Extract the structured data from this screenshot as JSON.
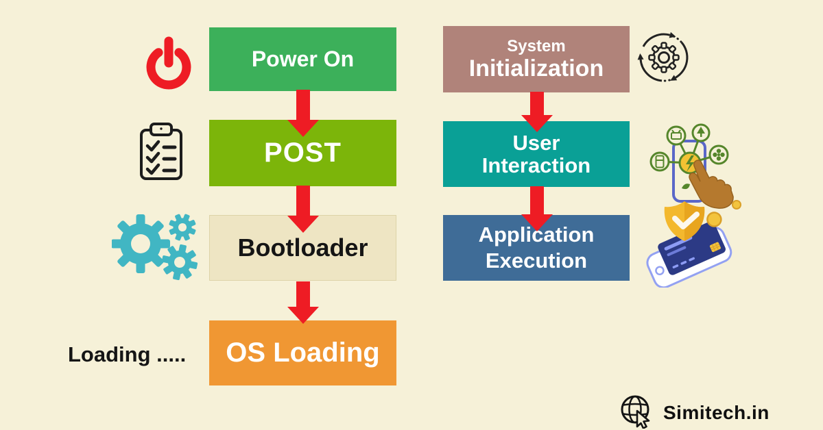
{
  "canvas": {
    "background": "#f6f1d8"
  },
  "left_flow": {
    "steps": [
      {
        "label": "Power On",
        "bg": "#3cb05a",
        "text_color": "#ffffff",
        "icon": "power-icon"
      },
      {
        "label": "POST",
        "bg": "#7cb50a",
        "text_color": "#ffffff",
        "icon": "checklist-icon"
      },
      {
        "label": "Bootloader",
        "bg": "#eee5c3",
        "text_color": "#151515",
        "icon": "gears-icon"
      },
      {
        "label": "OS Loading",
        "bg": "#f09733",
        "text_color": "#ffffff",
        "icon": "loading-text"
      }
    ],
    "loading_label": "Loading ....."
  },
  "right_flow": {
    "steps": [
      {
        "line1": "System",
        "line2": "Initialization",
        "bg": "#b0837a",
        "text_color": "#ffffff",
        "icon": "process-sync-gear-icon"
      },
      {
        "line1": "User",
        "line2": "Interaction",
        "bg": "#0aa096",
        "text_color": "#ffffff",
        "icon": "touch-phone-icon"
      },
      {
        "line1": "Application",
        "line2": "Execution",
        "bg": "#3f6c97",
        "text_color": "#ffffff",
        "icon": "secure-payment-phone-icon"
      }
    ]
  },
  "arrow_color": "#ee1c24",
  "footer": {
    "brand": "Simitech.in",
    "icon": "globe-cursor-icon"
  },
  "accent_colors": {
    "power_red": "#ee1c24",
    "gear_teal": "#41b6c3",
    "icon_green": "#55862b",
    "phone_blue": "#5a67c8",
    "hand_brown": "#b5792e",
    "gold": "#f3b82e",
    "card_navy": "#2c3a85",
    "outline_black": "#1c1c1c"
  }
}
